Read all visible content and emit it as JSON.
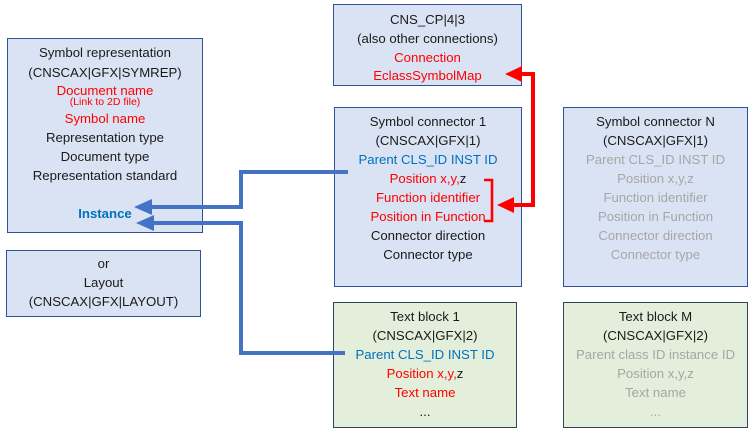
{
  "palette": {
    "box_blue_fill": "#dae3f3",
    "box_green_fill": "#e3efda",
    "box_border": "#2f5496",
    "green_border": "#32455f",
    "arrow_blue": "#4472c4",
    "arrow_red": "#ff0000",
    "text_red": "#ff0000",
    "text_blue": "#0070c0",
    "text_gray": "#a6a6a6",
    "text_black": "#1a1a1a"
  },
  "boxes": {
    "symbol_representation": {
      "title": "Symbol representation",
      "subtitle": "(CNSCAX|GFX|SYMREP)",
      "document_name": "Document name",
      "link_note": "(Link to 2D file)",
      "symbol_name": "Symbol name",
      "representation_type": "Representation type",
      "document_type": "Document type",
      "representation_standard": "Representation standard",
      "instance": "Instance"
    },
    "layout": {
      "or": "or",
      "title": "Layout",
      "subtitle": "(CNSCAX|GFX|LAYOUT)"
    },
    "cns_cp": {
      "title": "CNS_CP|4|3",
      "subtitle": "(also other connections)",
      "connection": "Connection",
      "eclass_symbol_map": "EclassSymbolMap"
    },
    "symbol_connector_1": {
      "title": "Symbol connector 1",
      "subtitle": "(CNSCAX|GFX|1)",
      "parent": "Parent CLS_ID INST ID",
      "position_red": "Position x,y,",
      "position_black": "z",
      "function_identifier": "Function identifier",
      "position_in_function": "Position in Function",
      "connector_direction": "Connector direction",
      "connector_type": "Connector type"
    },
    "symbol_connector_n": {
      "title": "Symbol connector N",
      "subtitle": "(CNSCAX|GFX|1)",
      "parent": "Parent CLS_ID INST ID",
      "position": "Position x,y,z",
      "function_identifier": "Function identifier",
      "position_in_function": "Position in Function",
      "connector_direction": "Connector direction",
      "connector_type": "Connector type"
    },
    "text_block_1": {
      "title": "Text block 1",
      "subtitle": "(CNSCAX|GFX|2)",
      "parent": "Parent CLS_ID INST ID",
      "position_red": "Position x,y,",
      "position_black": "z",
      "text_name": "Text name",
      "ellipsis": "..."
    },
    "text_block_m": {
      "title": "Text block M",
      "subtitle": "(CNSCAX|GFX|2)",
      "parent": "Parent class ID instance ID",
      "position": "Position x,y,z",
      "text_name": "Text name",
      "ellipsis": "..."
    }
  }
}
